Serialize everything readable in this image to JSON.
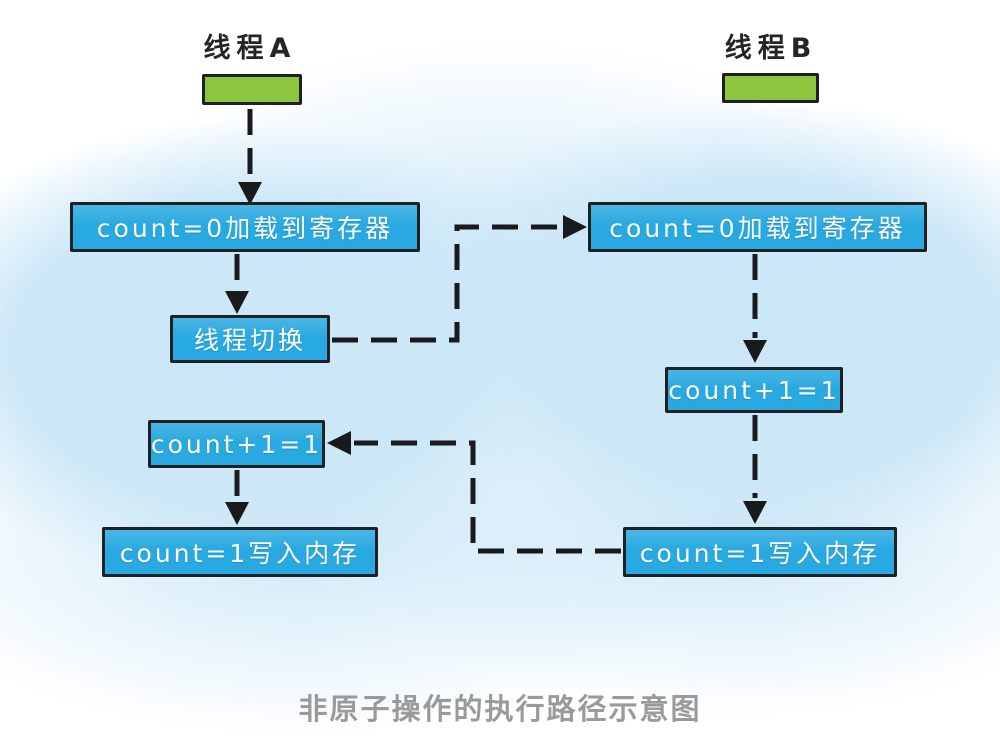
{
  "title": "非原子操作的执行路径示意图",
  "threads": [
    {
      "label": "线程A",
      "nodes": {
        "load": "count=0加载到寄存器",
        "switch": "线程切换",
        "increment": "count+1=1",
        "write": "count=1写入内存"
      }
    },
    {
      "label": "线程B",
      "nodes": {
        "load": "count=0加载到寄存器",
        "increment": "count+1=1",
        "write": "count=1写入内存"
      }
    }
  ],
  "colors": {
    "node_blue": "#29a9e1",
    "node_border": "#1f2022",
    "thread_green": "#8cc63f",
    "line_black": "#191a1c",
    "title_gray": "#9a9a9a",
    "text_white": "#ffffff",
    "label_black": "#252525",
    "cloud_blue": "#cbe7f7"
  }
}
